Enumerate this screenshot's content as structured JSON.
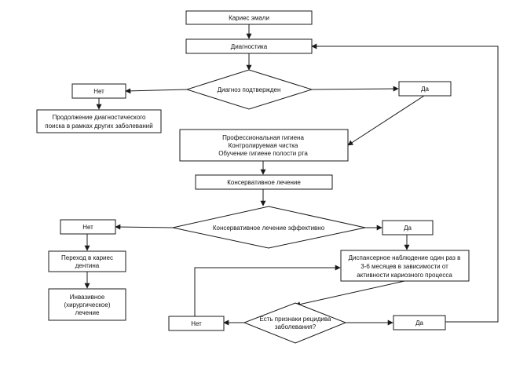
{
  "nodes": {
    "caries_enamel": "Кариес эмали",
    "diagnostics": "Диагностика",
    "diagnosis_confirmed": "Диагноз подтвержден",
    "no_1": "Нет",
    "yes_1": "Да",
    "continue_diag": [
      "Продолжение диагностического",
      "поиска в рамках других заболеваний"
    ],
    "hygiene": [
      "Профессиональная гигиена",
      "Контролируемая чистка",
      "Обучение гигиене полости рта"
    ],
    "conservative": "Консервативное лечение",
    "conservative_effective": "Консервативное лечение эффективно",
    "no_2": "Нет",
    "yes_2": "Да",
    "transition_dentin": [
      "Переход в кариес",
      "дентина"
    ],
    "invasive": [
      "Инвазивное",
      "(хирургическое)",
      "лечение"
    ],
    "observation": [
      "Диспансерное наблюдение один раз в",
      "3-6 месяцев в зависимости от",
      "активности кариозного процесса"
    ],
    "relapse_signs": [
      "Есть признаки рецидива",
      "заболевания?"
    ],
    "no_3": "Нет",
    "yes_3": "Да"
  }
}
